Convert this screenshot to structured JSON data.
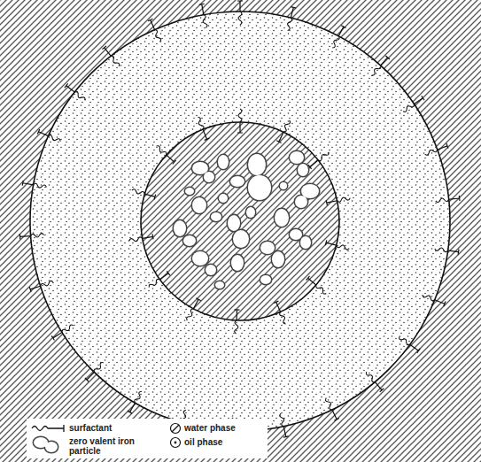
{
  "diagram": {
    "legend": [
      {
        "text": "surfactant"
      },
      {
        "text": "zero valent iron particle"
      },
      {
        "text": "water phase"
      },
      {
        "text": "oil phase"
      }
    ]
  }
}
